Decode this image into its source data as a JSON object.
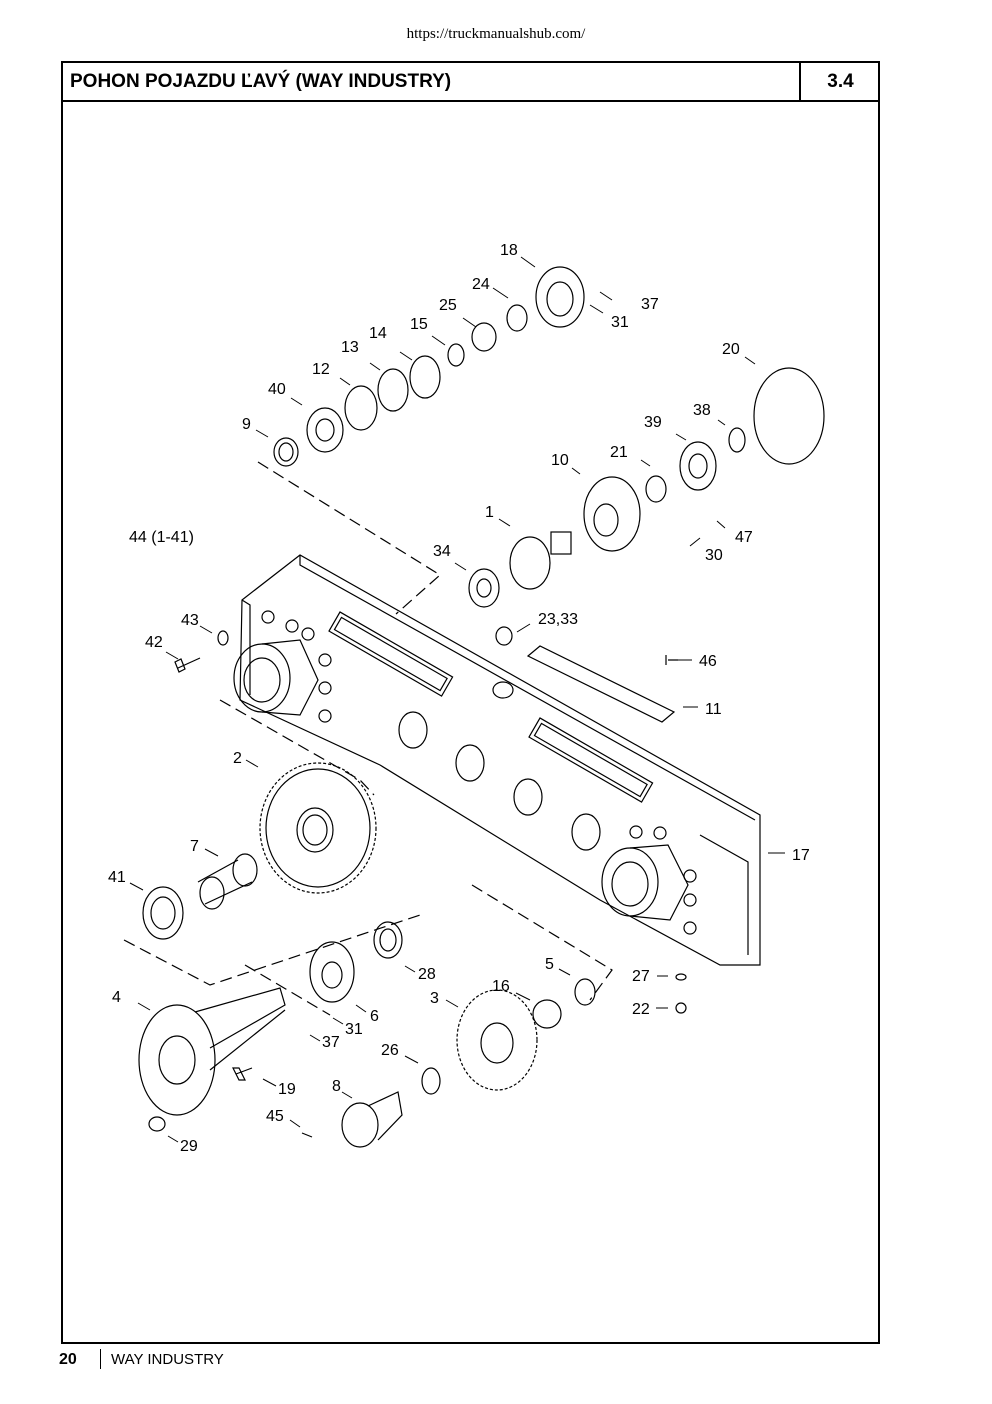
{
  "header": {
    "url": "https://truckmanualshub.com/"
  },
  "section": {
    "title": "POHON POJAZDU ĽAVÝ (WAY INDUSTRY)",
    "number": "3.4"
  },
  "diagram": {
    "assembly_label": "44 (1-41)",
    "part_labels": [
      "18",
      "24",
      "37",
      "25",
      "31",
      "15",
      "14",
      "13",
      "20",
      "12",
      "40",
      "38",
      "9",
      "39",
      "21",
      "10",
      "1",
      "47",
      "34",
      "30",
      "23,33",
      "43",
      "46",
      "42",
      "11",
      "2",
      "17",
      "7",
      "41",
      "5",
      "27",
      "28",
      "16",
      "4",
      "3",
      "22",
      "6",
      "31",
      "37",
      "26",
      "19",
      "8",
      "45",
      "29"
    ]
  },
  "footer": {
    "page": "20",
    "brand": "WAY INDUSTRY"
  }
}
